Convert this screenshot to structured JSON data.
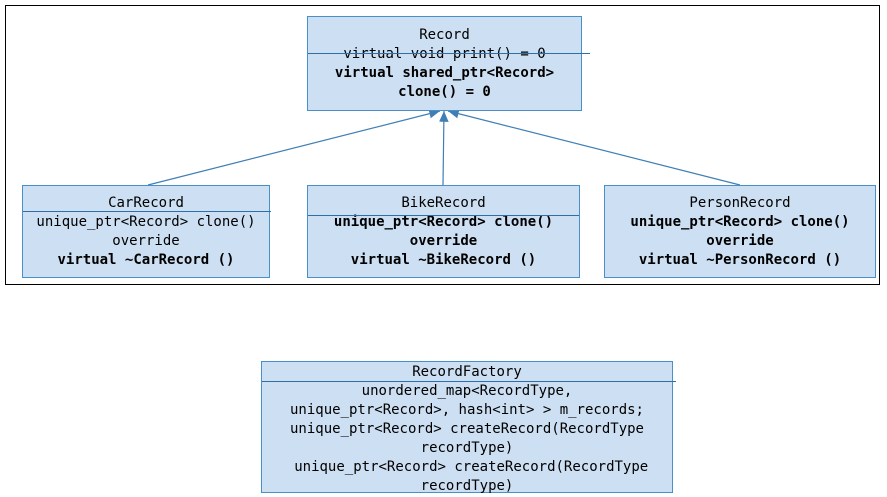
{
  "record": {
    "title": "Record",
    "lines": [
      {
        "text": "virtual void print() = 0",
        "bold": false
      },
      {
        "text": "virtual shared_ptr<Record>",
        "bold": true
      },
      {
        "text": "clone() = 0",
        "bold": true
      }
    ]
  },
  "car": {
    "title": "CarRecord",
    "lines": [
      {
        "text": "unique_ptr<Record> clone()",
        "bold": false
      },
      {
        "text": "override",
        "bold": false
      },
      {
        "text": "virtual ~CarRecord ()",
        "bold": true
      }
    ]
  },
  "bike": {
    "title": "BikeRecord",
    "lines": [
      {
        "text": "unique_ptr<Record> clone()",
        "bold": true
      },
      {
        "text": "override",
        "bold": true
      },
      {
        "text": "virtual ~BikeRecord ()",
        "bold": true
      }
    ]
  },
  "person": {
    "title": "PersonRecord",
    "lines": [
      {
        "text": "unique_ptr<Record> clone()",
        "bold": true
      },
      {
        "text": "override",
        "bold": true
      },
      {
        "text": "virtual ~PersonRecord ()",
        "bold": true
      }
    ]
  },
  "factory": {
    "title": "RecordFactory",
    "lines": [
      {
        "text": "unordered_map<RecordType,",
        "bold": false
      },
      {
        "text": "unique_ptr<Record>, hash<int> > m_records;",
        "bold": false
      },
      {
        "text": "unique_ptr<Record> createRecord(RecordType",
        "bold": false
      },
      {
        "text": "recordType)",
        "bold": false
      },
      {
        "text": " unique_ptr<Record> createRecord(RecordType",
        "bold": false
      },
      {
        "text": "recordType)",
        "bold": false
      }
    ]
  },
  "colors": {
    "box_fill": "#cddff2",
    "box_border": "#4a90c8",
    "edge": "#3f7fb5"
  }
}
